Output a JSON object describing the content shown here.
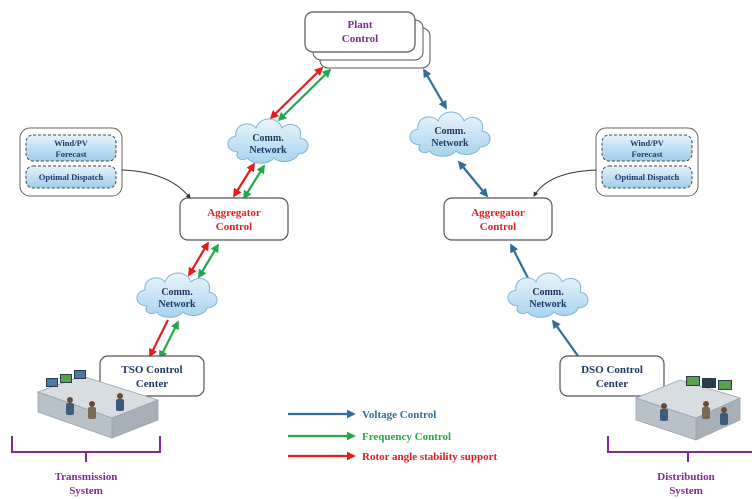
{
  "plant_control": {
    "line1": "Plant",
    "line2": "Control"
  },
  "comm_network_label": {
    "line1": "Comm.",
    "line2": "Network"
  },
  "aggregator_control": {
    "line1": "Aggregator",
    "line2": "Control"
  },
  "forecast_panel": {
    "wind_pv_line1": "Wind/PV",
    "wind_pv_line2": "Forecast",
    "optimal_dispatch": "Optimal Dispatch"
  },
  "tso_control_center": {
    "line1": "TSO Control",
    "line2": "Center"
  },
  "dso_control_center": {
    "line1": "DSO Control",
    "line2": "Center"
  },
  "transmission_system": {
    "line1": "Transmission",
    "line2": "System"
  },
  "distribution_system": {
    "line1": "Distribution",
    "line2": "System"
  },
  "legend": {
    "voltage_control": "Voltage Control",
    "frequency_control": "Frequency Control",
    "rotor_angle": "Rotor angle stability support"
  },
  "colors": {
    "voltage": "#2f6f9a",
    "frequency": "#22a84a",
    "rotor": "#e41c1c",
    "aggregator_text": "#e02020",
    "purple_text": "#7a2d8f",
    "navy_text": "#1f3864",
    "brace": "#7a2d8f"
  }
}
